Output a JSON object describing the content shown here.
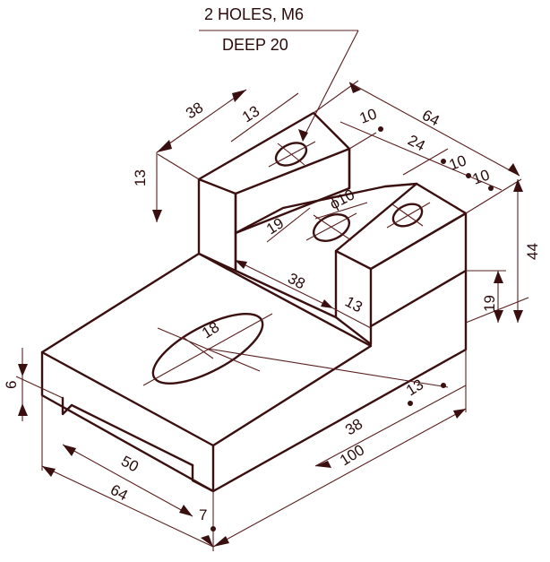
{
  "note": {
    "line1": "2 HOLES, M6",
    "line2": "DEEP  20"
  },
  "dims": {
    "d38_top": "38",
    "d13_top": "13",
    "d64_top": "64",
    "d10_a": "10",
    "d24": "24",
    "d10_b": "10",
    "d10_c": "10",
    "d13_left": "13",
    "d44": "44",
    "phi10": "ϕ10",
    "d19_slot": "19",
    "d38_slot": "38",
    "d13_slot": "13",
    "d19_right": "19",
    "d18": "18",
    "d6": "6",
    "d13_base": "13",
    "d38_base": "38",
    "d100": "100",
    "d50": "50",
    "d64_bottom": "64",
    "d7": "7"
  }
}
